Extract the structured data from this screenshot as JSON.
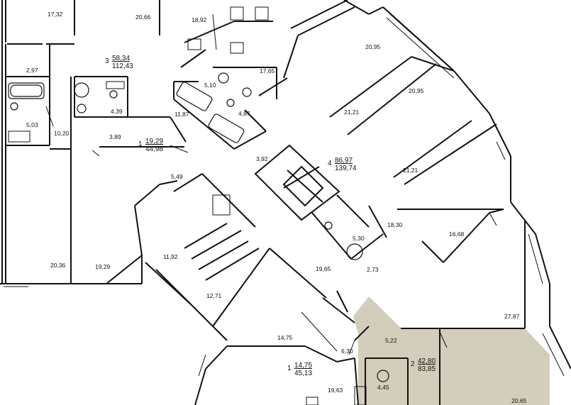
{
  "plan": {
    "highlight_color": "#d3cdbb",
    "wall_color": "#111111",
    "apartments": [
      {
        "id": "apt-3",
        "number": "3",
        "living_area": "58,34",
        "total_area": "112,43"
      },
      {
        "id": "apt-1a",
        "number": "1",
        "living_area": "19,29",
        "total_area": "44,98"
      },
      {
        "id": "apt-4",
        "number": "4",
        "living_area": "86,97",
        "total_area": "139,74"
      },
      {
        "id": "apt-1b",
        "number": "1",
        "living_area": "14,75",
        "total_area": "45,13"
      },
      {
        "id": "apt-2",
        "number": "2",
        "living_area": "42,80",
        "total_area": "83,85"
      }
    ],
    "room_areas": [
      "17,32",
      "20,66",
      "18,92",
      "20,95",
      "20,95",
      "2,97",
      "17,65",
      "5,10",
      "4,39",
      "11,87",
      "4,87",
      "5,03",
      "21,21",
      "10,20",
      "3,89",
      "21,21",
      "3,92",
      "5,49",
      "18,30",
      "16,68",
      "5,30",
      "11,92",
      "20,36",
      "19,29",
      "19,65",
      "2,73",
      "12,71",
      "27,87",
      "5,22",
      "14,75",
      "6,30",
      "19,63",
      "4,45",
      "20,65"
    ]
  }
}
